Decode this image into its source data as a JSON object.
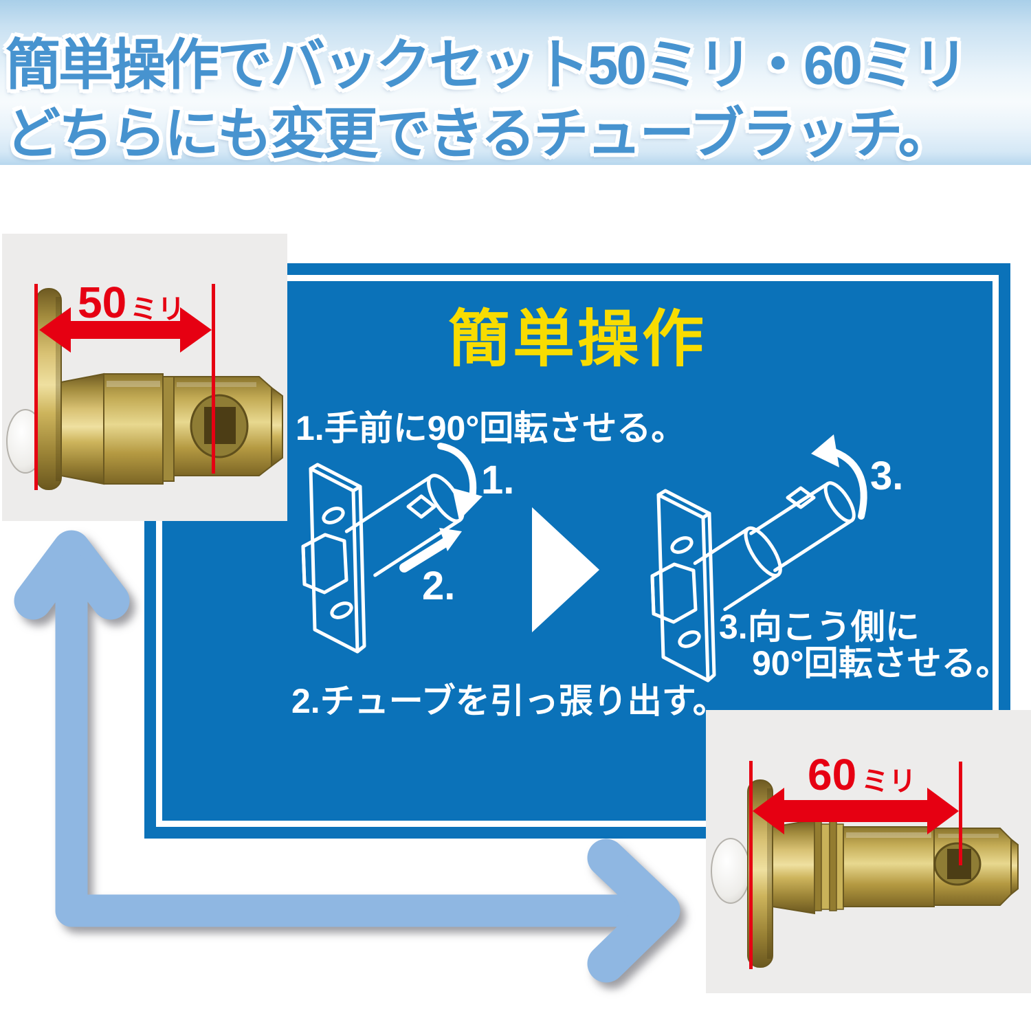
{
  "header": {
    "line1": "簡単操作でバックセット50ミリ・60ミリ",
    "line2": "どちらにも変更できるチューブラッチ。"
  },
  "panel": {
    "title": "簡単操作",
    "steps": {
      "step1": "1.手前に90°回転させる。",
      "step2": "2.チューブを引っ張り出す。",
      "step3_line1": "3.向こう側に",
      "step3_line2": "90°回転させる。"
    },
    "diagram_labels": {
      "step1": "1.",
      "step2": "2.",
      "step3": "3."
    }
  },
  "measurements": {
    "backset_50": {
      "value": "50",
      "unit": "ミリ"
    },
    "backset_60": {
      "value": "60",
      "unit": "ミリ"
    }
  },
  "colors": {
    "panel_blue": "#0b72b9",
    "title_yellow": "#f8dc00",
    "measure_red": "#e60012",
    "flow_arrow_blue": "#8fb7e2",
    "headline_blue": "#4793cf"
  }
}
